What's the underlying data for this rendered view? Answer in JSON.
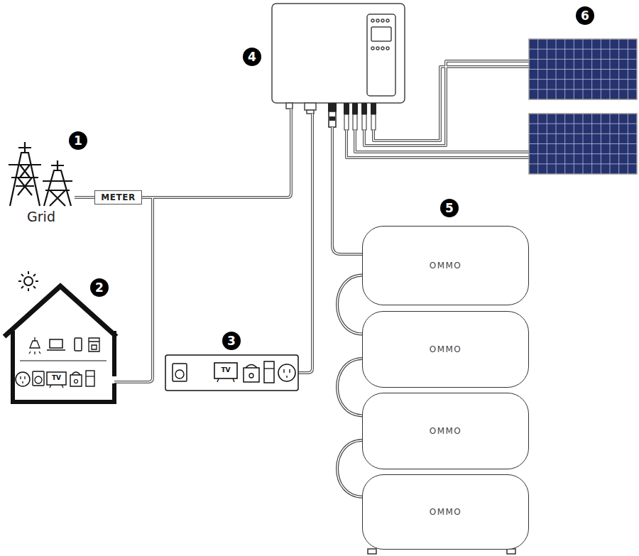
{
  "diagram": {
    "nodes": [
      {
        "text": [
          "METER"
        ]
      },
      {
        "text": [
          "OMMO"
        ]
      },
      {
        "text": [
          "OMMO"
        ]
      },
      {
        "text": [
          "OMMO"
        ]
      },
      {
        "text": [
          "OMMO"
        ]
      }
    ],
    "edges": [
      {
        "from": 1,
        "to": 2,
        "arrow": "none"
      },
      {
        "from": 2,
        "to": 3,
        "arrow": "none"
      },
      {
        "from": 3,
        "to": 4,
        "arrow": "none"
      }
    ],
    "labels": [
      "1",
      "Grid",
      "2",
      "TV",
      "3",
      "TV",
      "4",
      "5",
      "6"
    ]
  }
}
